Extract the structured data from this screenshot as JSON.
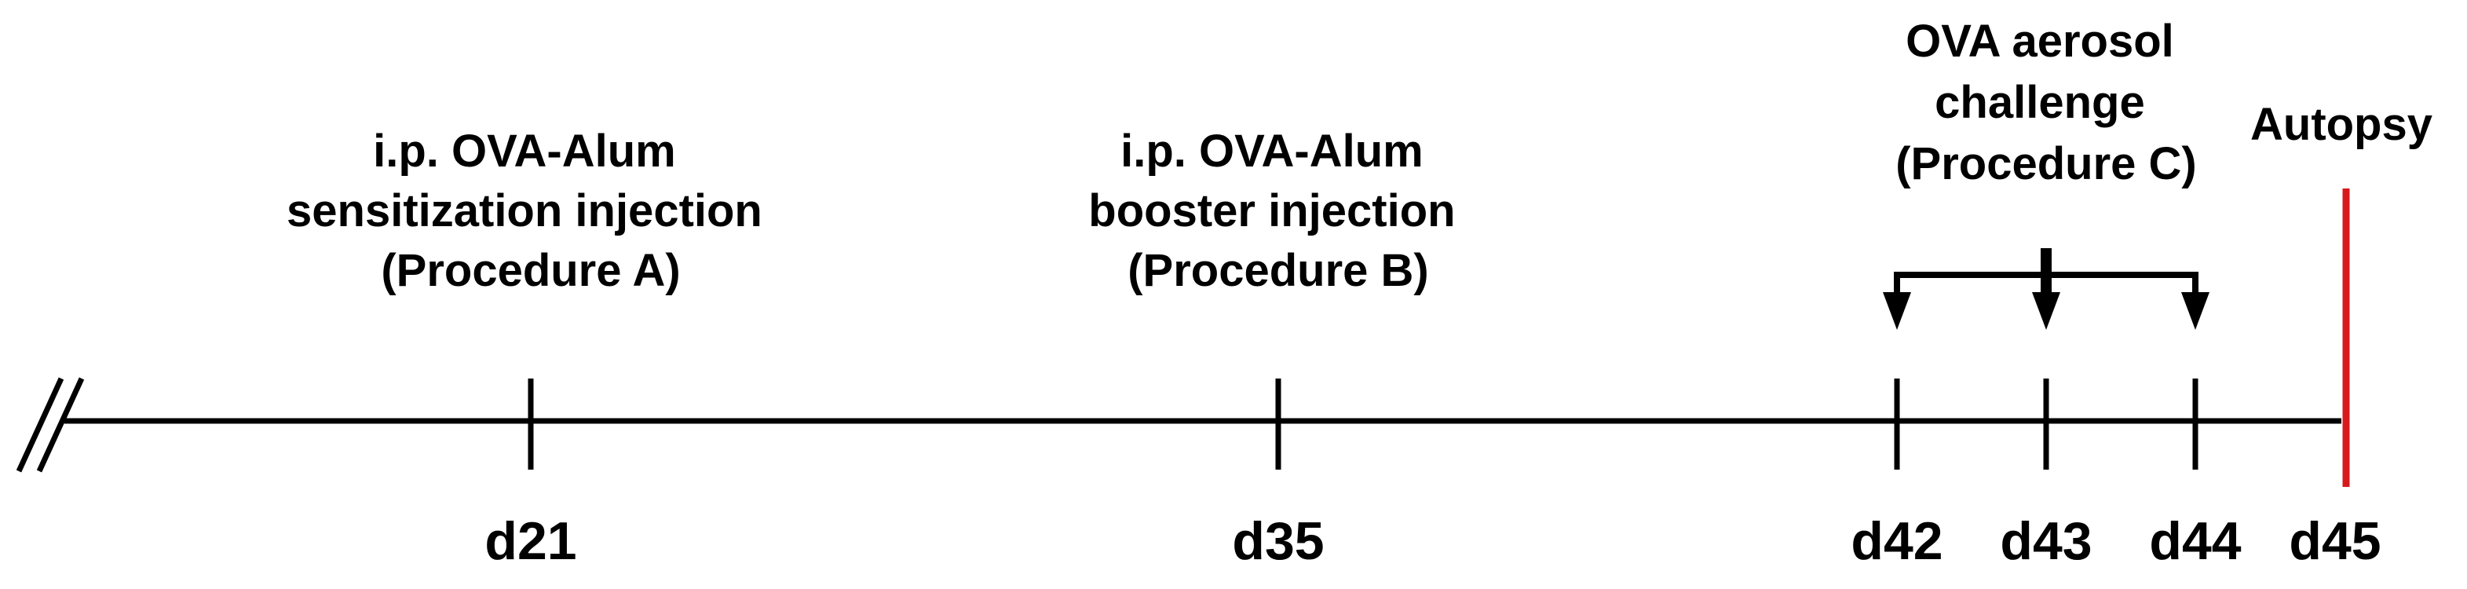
{
  "procedures": {
    "a": {
      "lines": [
        "i.p. OVA-Alum",
        "sensitization injection",
        "(Procedure A)"
      ],
      "day": "d21"
    },
    "b": {
      "lines": [
        "i.p. OVA-Alum",
        "booster injection",
        "(Procedure B)"
      ],
      "day": "d35"
    },
    "c": {
      "lines": [
        "OVA aerosol",
        "challenge",
        "(Procedure C)"
      ],
      "days": [
        "d42",
        "d43",
        "d44"
      ]
    },
    "autopsy": {
      "label": "Autopsy",
      "day": "d45"
    }
  },
  "colors": {
    "line": "#000000",
    "autopsy_marker": "#d7191c"
  }
}
